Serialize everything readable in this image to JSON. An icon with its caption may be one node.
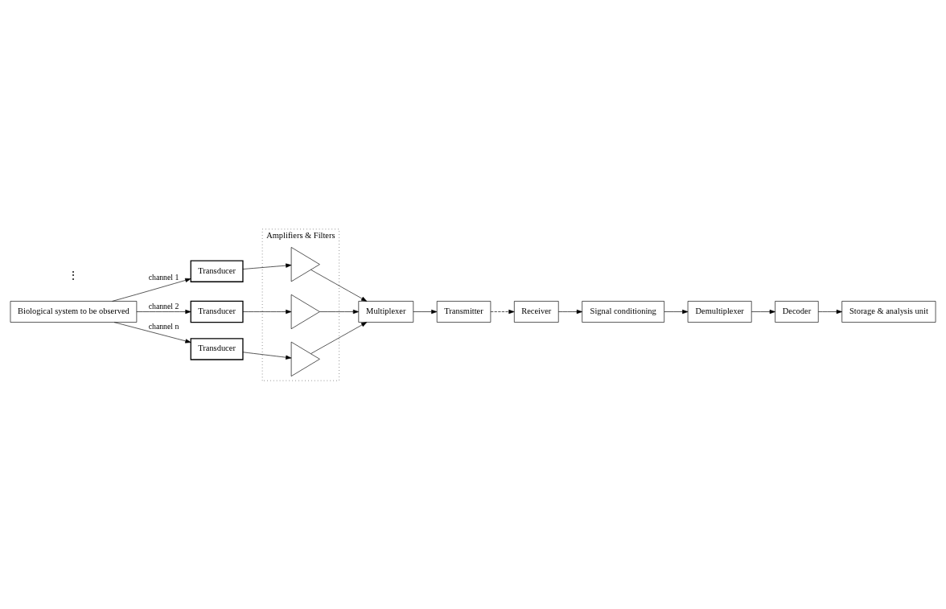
{
  "diagram": {
    "nodes": [
      {
        "text": [
          "Biological system to be observed"
        ]
      },
      {
        "text": [
          "Amplifiers & Filters"
        ]
      },
      {
        "text": [
          "Transducer"
        ]
      },
      {
        "text": [
          "Transducer"
        ]
      },
      {
        "text": [
          "Transducer"
        ]
      },
      {
        "text": [],
        "shape": "triangle",
        "in": 1
      },
      {
        "text": [],
        "shape": "triangle",
        "in": 1
      },
      {
        "text": [],
        "shape": "triangle",
        "in": 1
      },
      {
        "text": [
          "Multiplexer"
        ]
      },
      {
        "text": [
          "Transmitter"
        ]
      },
      {
        "text": [
          "Receiver"
        ]
      },
      {
        "text": [
          "Signal conditioning"
        ]
      },
      {
        "text": [
          "Demultiplexer"
        ]
      },
      {
        "text": [
          "Decoder"
        ]
      },
      {
        "text": [
          "Storage & analysis unit"
        ]
      }
    ],
    "edges": [
      {
        "from": 0,
        "to": 2,
        "arrow": "to",
        "label": "channel 1"
      },
      {
        "from": 0,
        "to": 3,
        "arrow": "to",
        "label": "channel 2"
      },
      {
        "from": 0,
        "to": 4,
        "arrow": "to",
        "label": "channel n"
      },
      {
        "from": 2,
        "to": 5,
        "arrow": "to"
      },
      {
        "from": 3,
        "to": 6,
        "arrow": "to"
      },
      {
        "from": 4,
        "to": 7,
        "arrow": "to"
      },
      {
        "from": 5,
        "to": 8,
        "arrow": "to"
      },
      {
        "from": 6,
        "to": 8,
        "arrow": "to"
      },
      {
        "from": 7,
        "to": 8,
        "arrow": "to"
      },
      {
        "from": 8,
        "to": 9,
        "arrow": "to"
      },
      {
        "from": 9,
        "to": 10,
        "arrow": "to",
        "style": "dashed"
      },
      {
        "from": 10,
        "to": 11,
        "arrow": "to"
      },
      {
        "from": 11,
        "to": 12,
        "arrow": "to"
      },
      {
        "from": 12,
        "to": 13,
        "arrow": "to"
      },
      {
        "from": 13,
        "to": 14,
        "arrow": "to"
      }
    ],
    "labels": [
      "⋮"
    ]
  }
}
